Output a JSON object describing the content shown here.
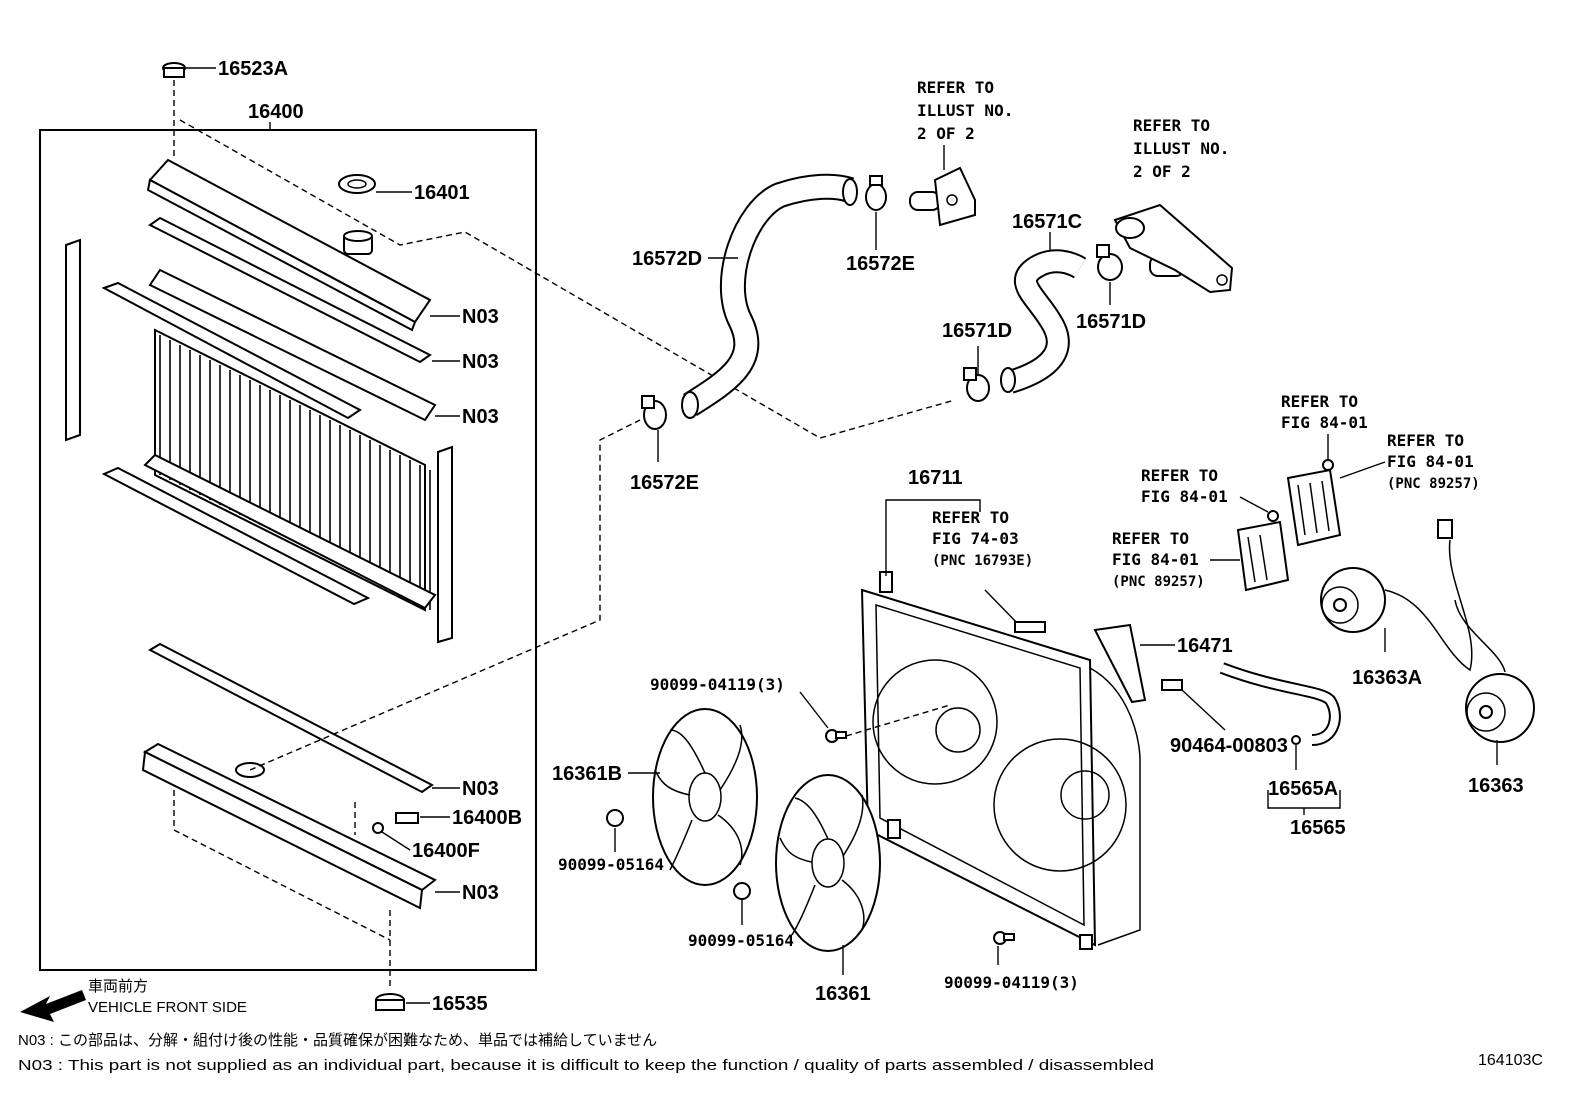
{
  "figure_code": "164103C",
  "direction": {
    "jp": "車両前方",
    "en": "VEHICLE FRONT SIDE"
  },
  "notes": [
    {
      "code": "N03",
      "text": "N03 : この部品は、分解・組付け後の性能・品質確保が困難なため、単品では補給していません"
    },
    {
      "code": "N03",
      "text": "N03 : This part is not supplied as an individual part, because it is difficult to keep the function / quality of parts assembled / disassembled"
    }
  ],
  "labels": {
    "p16523A": "16523A",
    "p16400": "16400",
    "p16401": "16401",
    "n03a": "N03",
    "n03b": "N03",
    "n03c": "N03",
    "n03d": "N03",
    "n03e": "N03",
    "p16400B": "16400B",
    "p16400F": "16400F",
    "p16535": "16535",
    "p16572D": "16572D",
    "p16572E_top": "16572E",
    "p16572E_bot": "16572E",
    "p16571C": "16571C",
    "p16571D_left": "16571D",
    "p16571D_right": "16571D",
    "p16711": "16711",
    "p16471": "16471",
    "p90464": "90464-00803",
    "p16565A": "16565A",
    "p16565": "16565",
    "p16363A": "16363A",
    "p16363": "16363",
    "p16361B": "16361B",
    "p16361": "16361",
    "p90099_04119_top": "90099-04119(3)",
    "p90099_04119_bot": "90099-04119(3)",
    "p90099_05164_left": "90099-05164",
    "p90099_05164_mid": "90099-05164"
  },
  "refer": {
    "r1": [
      "REFER TO",
      "ILLUST NO.",
      "2 OF 2"
    ],
    "r2": [
      "REFER TO",
      "ILLUST NO.",
      "2 OF 2"
    ],
    "r3": [
      "REFER TO",
      "FIG 74-03",
      "(PNC 16793E)"
    ],
    "r4": [
      "REFER TO",
      "FIG 84-01"
    ],
    "r5": [
      "REFER TO",
      "FIG 84-01",
      "(PNC 89257)"
    ],
    "r6": [
      "REFER TO",
      "FIG 84-01"
    ],
    "r7": [
      "REFER TO",
      "FIG 84-01",
      "(PNC 89257)"
    ]
  }
}
